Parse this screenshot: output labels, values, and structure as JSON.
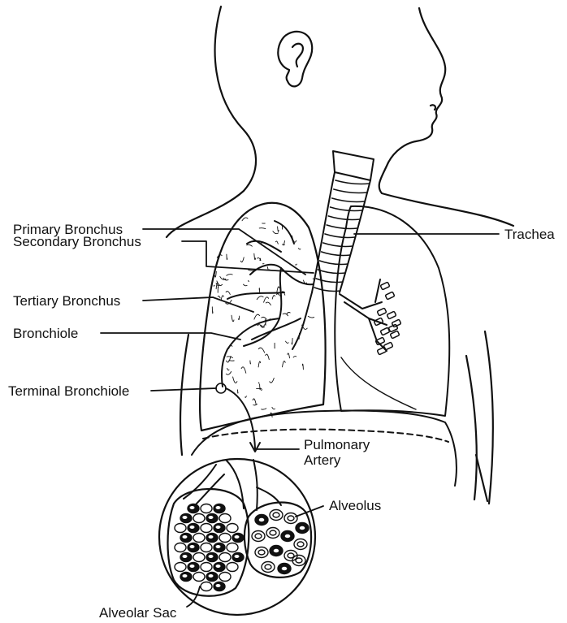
{
  "labels": {
    "primary_bronchus": "Primary Bronchus",
    "secondary_bronchus": "Secondary Bronchus",
    "tertiary_bronchus": "Tertiary Bronchus",
    "bronchiole": "Bronchiole",
    "terminal_bronchiole": "Terminal Bronchiole",
    "trachea": "Trachea",
    "pulmonary_artery_line1": "Pulmonary",
    "pulmonary_artery_line2": "Artery",
    "alveolus": "Alveolus",
    "alveolar_sac": "Alveolar Sac"
  },
  "colors": {
    "ink": "#111111",
    "background": "#ffffff"
  }
}
